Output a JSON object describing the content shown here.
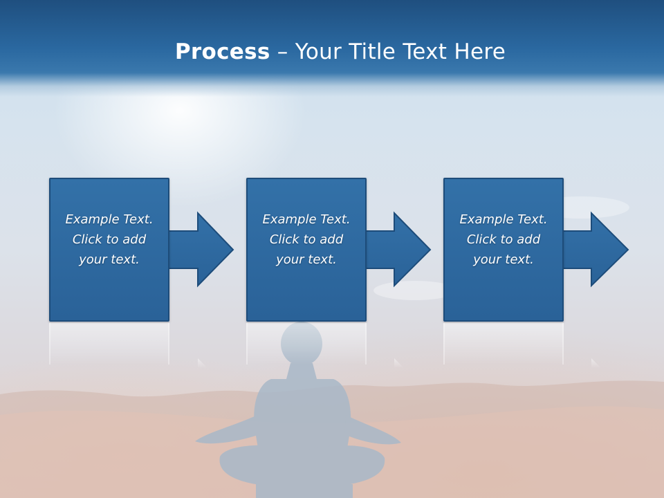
{
  "slide": {
    "title_bold": "Process",
    "title_rest": " – Your Title Text Here",
    "steps": [
      {
        "line1": "Example Text.",
        "line2": "Click  to add",
        "line3": "your text."
      },
      {
        "line1": "Example Text.",
        "line2": "Click  to add",
        "line3": "your text."
      },
      {
        "line1": "Example Text.",
        "line2": "Click  to add",
        "line3": "your text."
      }
    ]
  },
  "colors": {
    "header": "#2a68a0",
    "box": "#2f6aa0",
    "box_border": "#1d4c7a",
    "text": "#ffffff"
  },
  "icons": [
    "arrow-right-icon",
    "meditating-figure-silhouette"
  ]
}
